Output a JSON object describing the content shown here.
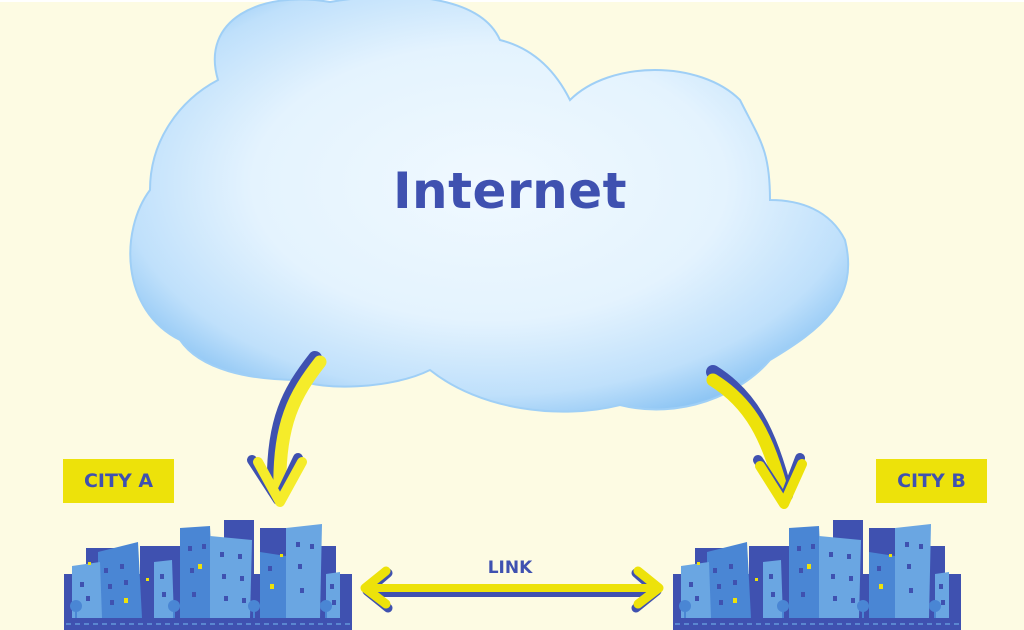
{
  "diagram": {
    "title": "Internet",
    "nodes": [
      {
        "id": "internet",
        "label": "Internet",
        "shape": "cloud"
      },
      {
        "id": "city_a",
        "label": "CITY A",
        "shape": "city-skyline"
      },
      {
        "id": "city_b",
        "label": "CITY B",
        "shape": "city-skyline"
      }
    ],
    "edges": [
      {
        "from": "internet",
        "to": "city_a",
        "style": "curved-arrow"
      },
      {
        "from": "internet",
        "to": "city_b",
        "style": "curved-arrow"
      },
      {
        "from": "city_a",
        "to": "city_b",
        "label": "LINK",
        "style": "double-arrow"
      }
    ]
  },
  "cloud": {
    "label": "Internet"
  },
  "city_a": {
    "label": "CITY A"
  },
  "city_b": {
    "label": "CITY B"
  },
  "link": {
    "label": "LINK"
  },
  "colors": {
    "background": "#fdfbe3",
    "cloud_light": "#e8f5fe",
    "cloud_edge": "#90c8f5",
    "text_blue": "#3f51b0",
    "yellow": "#ede20a",
    "building_dark": "#3f51b0",
    "building_mid": "#4a86d4",
    "building_light": "#6aa6e2"
  }
}
